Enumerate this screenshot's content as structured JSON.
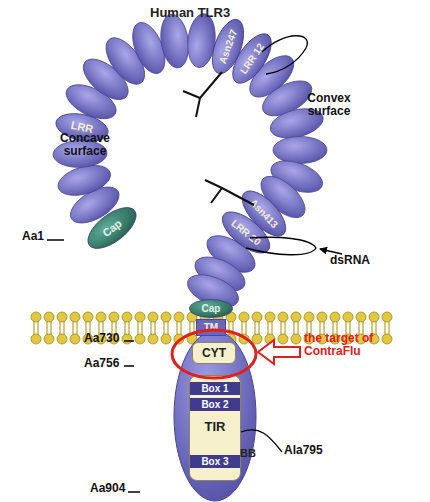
{
  "diagram": {
    "title": "Human TLR3",
    "nodes": [
      {
        "text": [
          "Cap"
        ]
      },
      {
        "text": [
          "LRR"
        ]
      },
      {
        "text": [
          "Asn247"
        ]
      },
      {
        "text": [
          "LRR 12"
        ]
      },
      {
        "text": [
          "Asn413"
        ]
      },
      {
        "text": [
          "LRR 20"
        ]
      },
      {
        "text": [
          "Cap"
        ]
      },
      {
        "text": [
          "TM"
        ]
      },
      {
        "text": [
          "CYT"
        ]
      },
      {
        "text": [
          "TIR"
        ]
      },
      {
        "text": [
          "Box 1"
        ],
        "in": 9
      },
      {
        "text": [
          "Box 2"
        ],
        "in": 9
      },
      {
        "text": [
          "Box 3"
        ],
        "in": 9
      }
    ],
    "labels": [
      "Concave surface",
      "Convex surface",
      "dsRNA",
      "Aa1",
      "Aa730",
      "Aa756",
      "the target of ContraFlu",
      "BB",
      "Ala795",
      "Aa904"
    ]
  }
}
